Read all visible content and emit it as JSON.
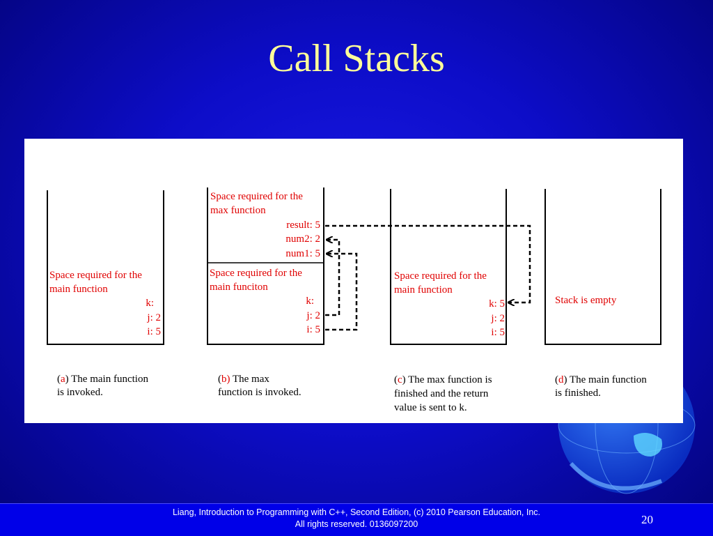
{
  "slide": {
    "title": "Call Stacks",
    "page_number": "20"
  },
  "footer": {
    "line1": "Liang, Introduction to Programming with C++, Second Edition, (c) 2010 Pearson Education, Inc.",
    "line2": "All rights reserved. 0136097200"
  },
  "colors": {
    "title": "#ffff99",
    "background": "#0d0dc8",
    "footer_bar": "#0000e8",
    "diagram_red": "#e00000"
  },
  "stacks": {
    "a": {
      "main_label_1": "Space required for the",
      "main_label_2": "main function",
      "k": "k:",
      "j": "j: 2",
      "i": "i: 5",
      "caption_letter": "a",
      "caption_line1_rest": ") The main function",
      "caption_line2": "is invoked."
    },
    "b": {
      "max_label_1": "Space required for the",
      "max_label_2": "max function",
      "result": "result: 5",
      "num2": "num2: 2",
      "num1": "num1: 5",
      "main_label_1": "Space required for the",
      "main_label_2": "main funciton",
      "k": "k:",
      "j": "j: 2",
      "i": "i: 5",
      "caption_letter": "b",
      "caption_line1_rest": " The max",
      "caption_line2": "function is invoked."
    },
    "c": {
      "main_label_1": "Space required for the",
      "main_label_2": "main function",
      "k": "k: 5",
      "j": "j: 2",
      "i": "i: 5",
      "caption_letter": "c",
      "caption_line1_rest": ") The max function is",
      "caption_line2": "finished and the return",
      "caption_line3": "value is sent to k."
    },
    "d": {
      "empty_label": "Stack is empty",
      "caption_letter": "d",
      "caption_line1_rest": ") The main function",
      "caption_line2": "is finished."
    },
    "caption_open_paren": "("
  }
}
